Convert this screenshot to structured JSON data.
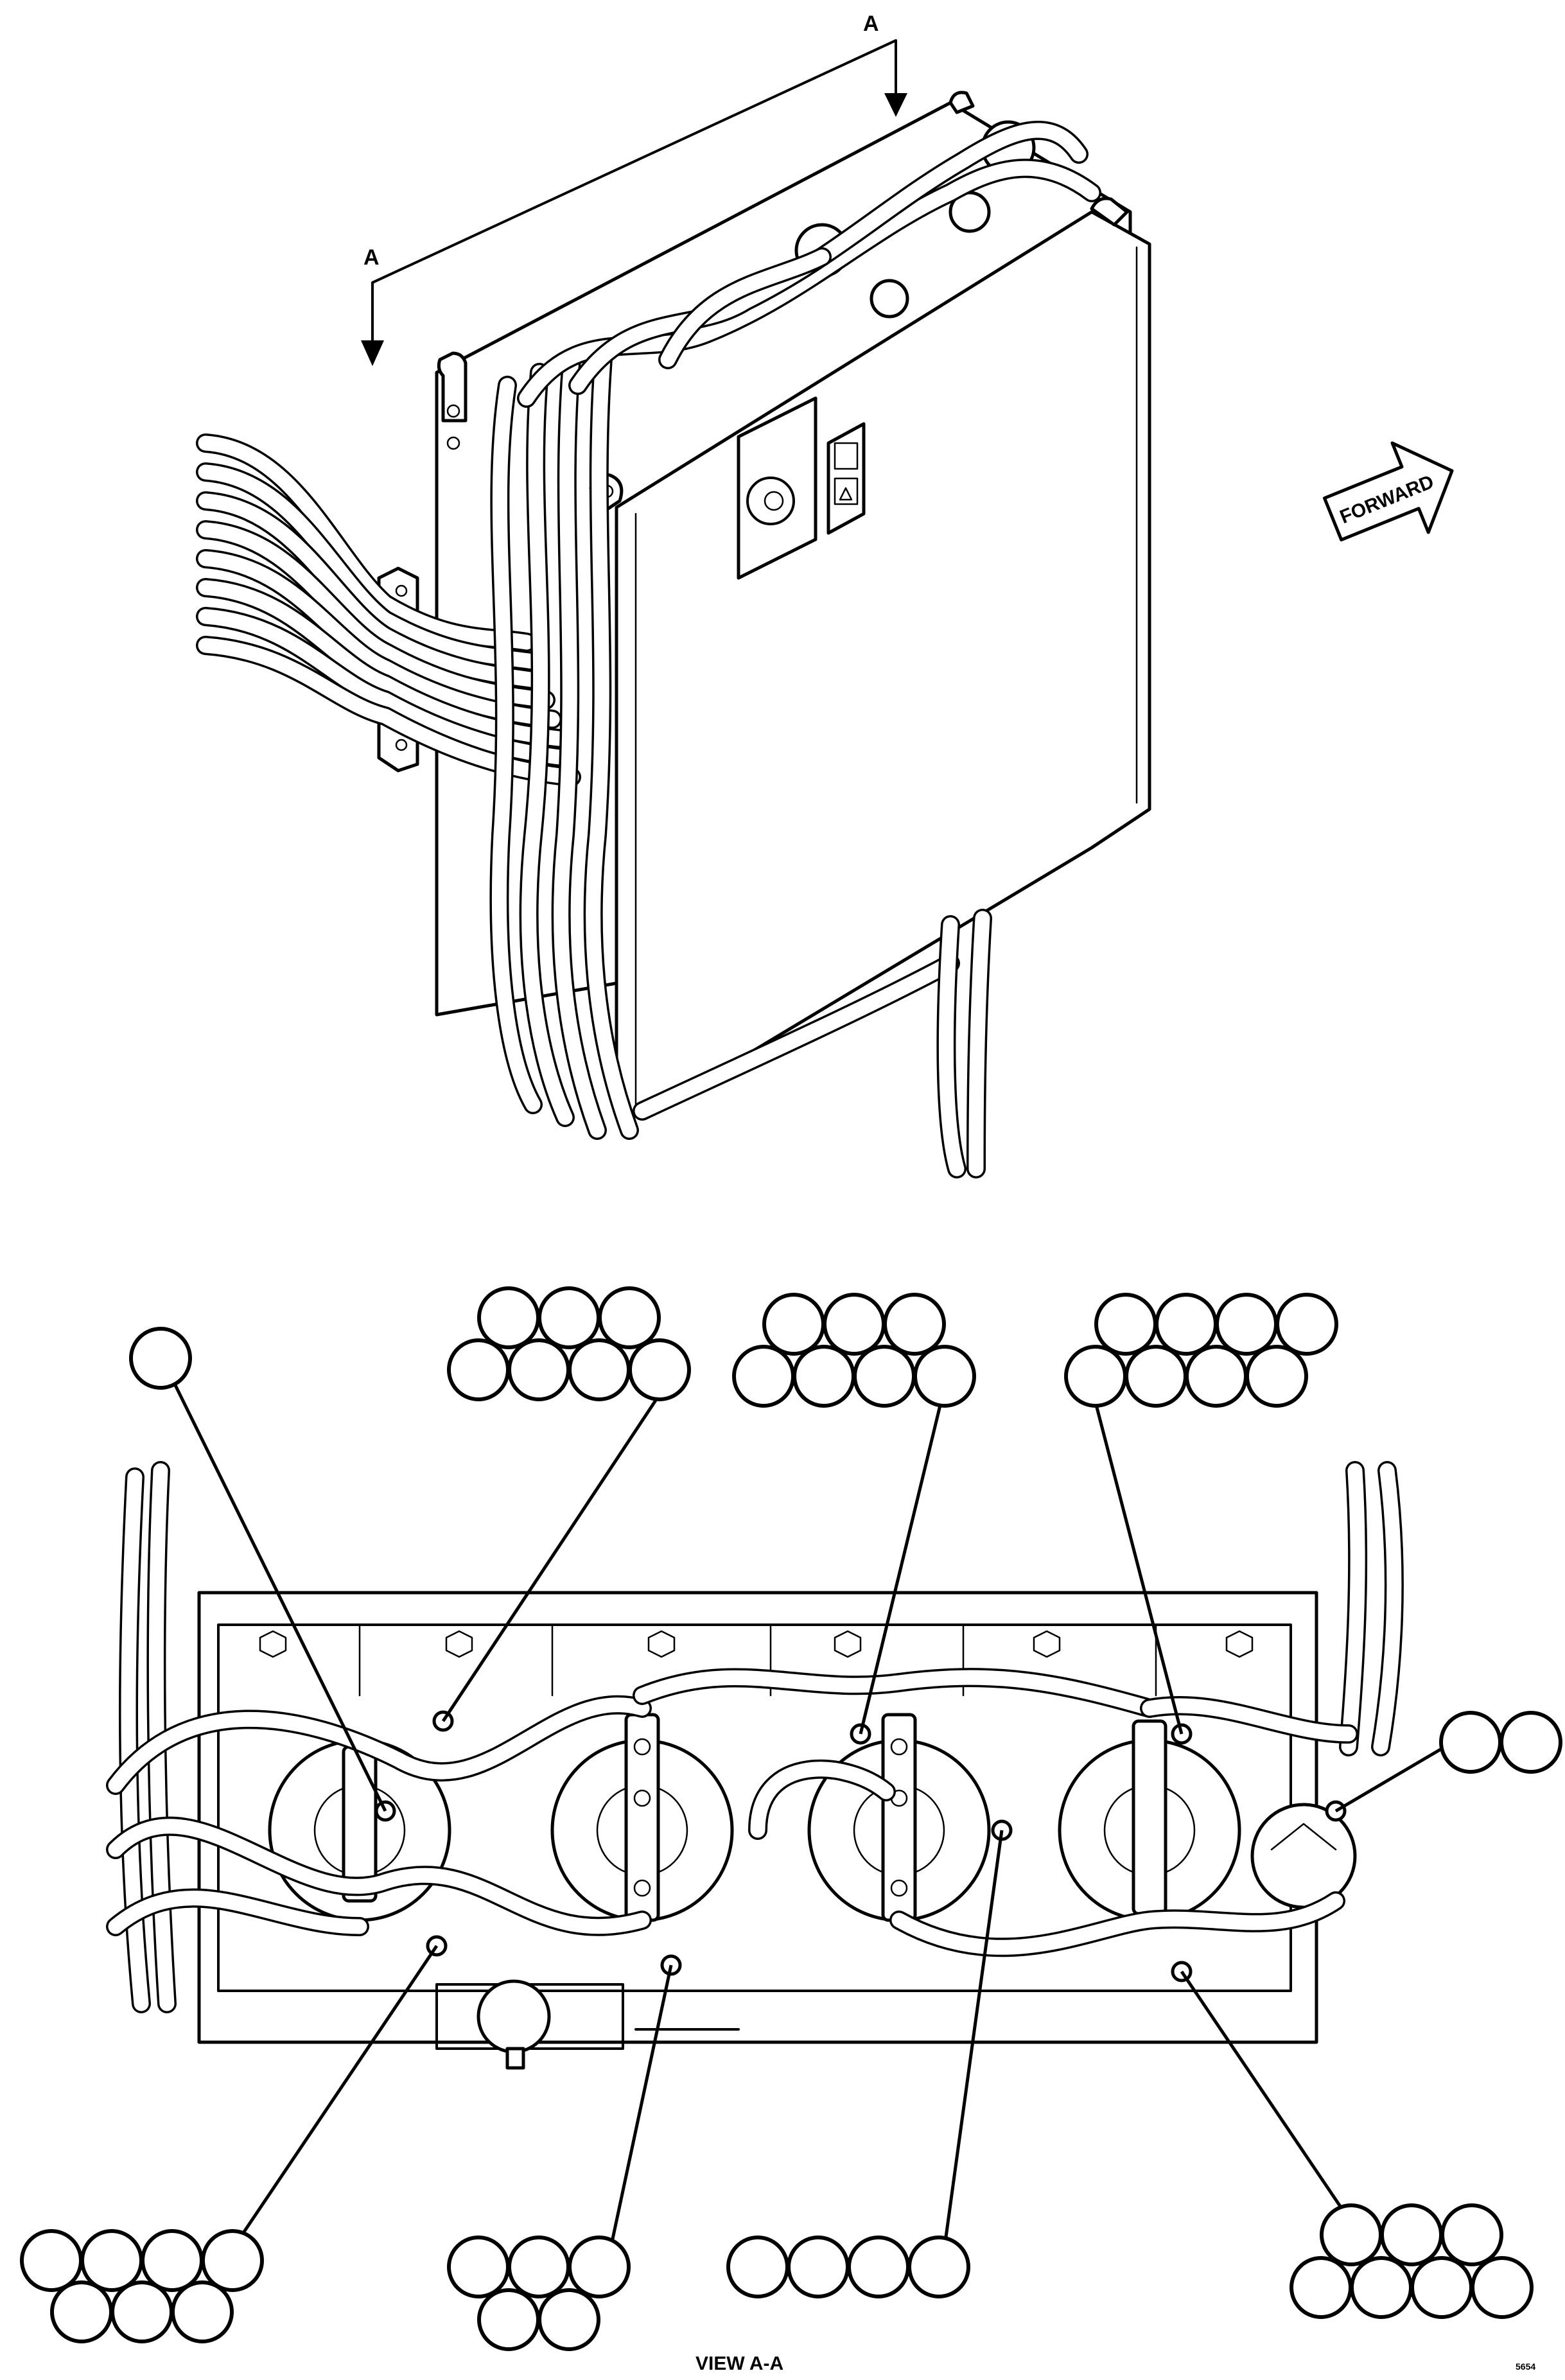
{
  "section_arrows": {
    "label_left": "A",
    "label_right": "A"
  },
  "forward_arrow": {
    "label": "FORWARD"
  },
  "view_caption": "VIEW A-A",
  "sheet_code": "5654",
  "callout_groups": [
    {
      "id": "g1",
      "count": 1
    },
    {
      "id": "g2",
      "count": 7
    },
    {
      "id": "g3",
      "count": 7
    },
    {
      "id": "g4",
      "count": 8
    },
    {
      "id": "g5",
      "count": 2
    },
    {
      "id": "g6",
      "count": 7
    },
    {
      "id": "g7",
      "count": 5
    },
    {
      "id": "g8",
      "count": 4
    },
    {
      "id": "g9",
      "count": 7
    }
  ]
}
